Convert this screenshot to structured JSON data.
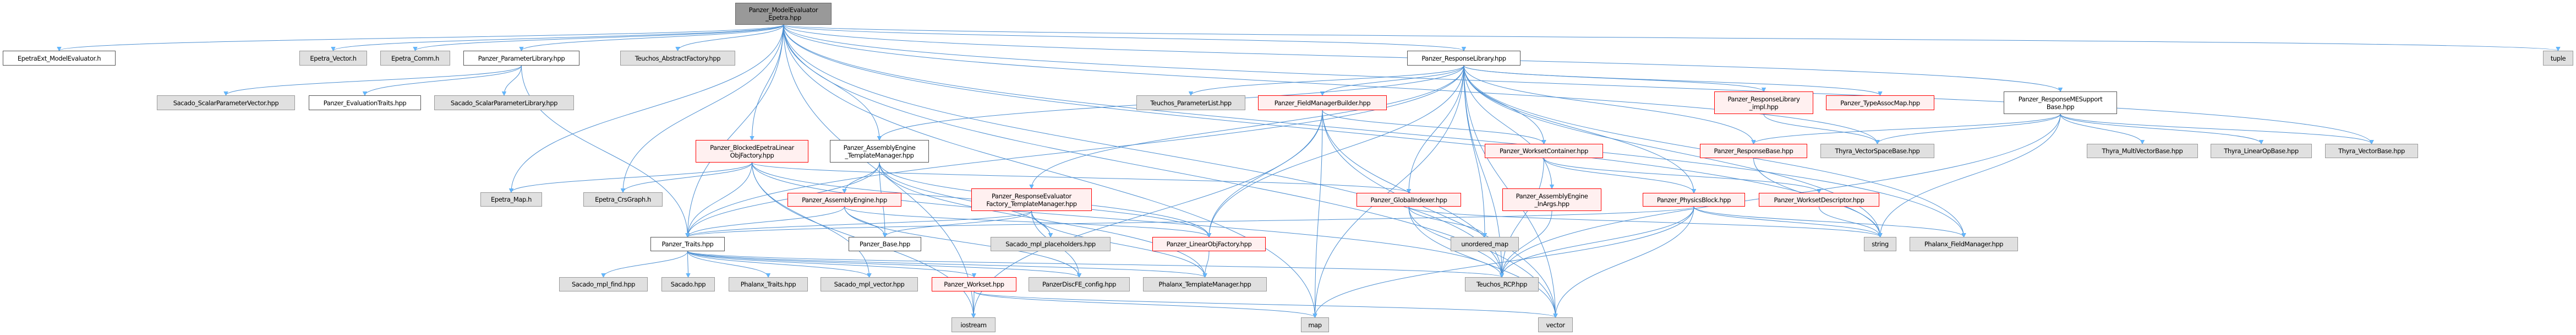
{
  "graph": {
    "title": "Panzer_ModelEvaluator_Epetra.hpp include dependency graph",
    "colors": {
      "edge": "#4d8fd1",
      "arrow": "#63b8ff",
      "root_fill": "#999999",
      "red_border": "#ff0000",
      "red_fill": "#fff0f0",
      "gray_fill": "#e0e0e0"
    },
    "nodes": [
      {
        "id": "me",
        "label": "Panzer_ModelEvaluator\n_Epetra.hpp",
        "kind": "root"
      },
      {
        "id": "epetraext",
        "label": "EpetraExt_ModelEvaluator.h",
        "kind": "white"
      },
      {
        "id": "evec",
        "label": "Epetra_Vector.h",
        "kind": "gray"
      },
      {
        "id": "ecomm",
        "label": "Epetra_Comm.h",
        "kind": "gray"
      },
      {
        "id": "paramlib",
        "label": "Panzer_ParameterLibrary.hpp",
        "kind": "white"
      },
      {
        "id": "absfactory",
        "label": "Teuchos_AbstractFactory.hpp",
        "kind": "gray"
      },
      {
        "id": "resplib",
        "label": "Panzer_ResponseLibrary.hpp",
        "kind": "white"
      },
      {
        "id": "tuple",
        "label": "tuple",
        "kind": "gray"
      },
      {
        "id": "sspv",
        "label": "Sacado_ScalarParameterVector.hpp",
        "kind": "gray"
      },
      {
        "id": "evaltraits",
        "label": "Panzer_EvaluationTraits.hpp",
        "kind": "white"
      },
      {
        "id": "sspl",
        "label": "Sacado_ScalarParameterLibrary.hpp",
        "kind": "gray"
      },
      {
        "id": "plist",
        "label": "Teuchos_ParameterList.hpp",
        "kind": "gray"
      },
      {
        "id": "fmb",
        "label": "Panzer_FieldManagerBuilder.hpp",
        "kind": "red"
      },
      {
        "id": "rlimpl",
        "label": "Panzer_ResponseLibrary\n_impl.hpp",
        "kind": "red"
      },
      {
        "id": "typeassoc",
        "label": "Panzer_TypeAssocMap.hpp",
        "kind": "red"
      },
      {
        "id": "mesupport",
        "label": "Panzer_ResponseMESupport\nBase.hpp",
        "kind": "white"
      },
      {
        "id": "blocked",
        "label": "Panzer_BlockedEpetraLinear\nObjFactory.hpp",
        "kind": "red"
      },
      {
        "id": "aetm",
        "label": "Panzer_AssemblyEngine\n_TemplateManager.hpp",
        "kind": "white"
      },
      {
        "id": "wsc",
        "label": "Panzer_WorksetContainer.hpp",
        "kind": "red"
      },
      {
        "id": "respbase",
        "label": "Panzer_ResponseBase.hpp",
        "kind": "red"
      },
      {
        "id": "thyravsb",
        "label": "Thyra_VectorSpaceBase.hpp",
        "kind": "gray"
      },
      {
        "id": "thyramvb",
        "label": "Thyra_MultiVectorBase.hpp",
        "kind": "gray"
      },
      {
        "id": "thyralob",
        "label": "Thyra_LinearOpBase.hpp",
        "kind": "gray"
      },
      {
        "id": "thyravb",
        "label": "Thyra_VectorBase.hpp",
        "kind": "gray"
      },
      {
        "id": "emap",
        "label": "Epetra_Map.h",
        "kind": "gray"
      },
      {
        "id": "ecrs",
        "label": "Epetra_CrsGraph.h",
        "kind": "gray"
      },
      {
        "id": "ae",
        "label": "Panzer_AssemblyEngine.hpp",
        "kind": "red"
      },
      {
        "id": "retm",
        "label": "Panzer_ResponseEvaluator\nFactory_TemplateManager.hpp",
        "kind": "red"
      },
      {
        "id": "gi",
        "label": "Panzer_GlobalIndexer.hpp",
        "kind": "red"
      },
      {
        "id": "aeinargs",
        "label": "Panzer_AssemblyEngine\n_InArgs.hpp",
        "kind": "red"
      },
      {
        "id": "pb",
        "label": "Panzer_PhysicsBlock.hpp",
        "kind": "red"
      },
      {
        "id": "wsd",
        "label": "Panzer_WorksetDescriptor.hpp",
        "kind": "red"
      },
      {
        "id": "traits",
        "label": "Panzer_Traits.hpp",
        "kind": "white"
      },
      {
        "id": "base",
        "label": "Panzer_Base.hpp",
        "kind": "white"
      },
      {
        "id": "placeholders",
        "label": "Sacado_mpl_placeholders.hpp",
        "kind": "gray"
      },
      {
        "id": "lof",
        "label": "Panzer_LinearObjFactory.hpp",
        "kind": "red"
      },
      {
        "id": "umap",
        "label": "unordered_map",
        "kind": "gray"
      },
      {
        "id": "string",
        "label": "string",
        "kind": "gray"
      },
      {
        "id": "pfm",
        "label": "Phalanx_FieldManager.hpp",
        "kind": "gray"
      },
      {
        "id": "mplfind",
        "label": "Sacado_mpl_find.hpp",
        "kind": "gray"
      },
      {
        "id": "sacado",
        "label": "Sacado.hpp",
        "kind": "gray"
      },
      {
        "id": "phxtraits",
        "label": "Phalanx_Traits.hpp",
        "kind": "gray"
      },
      {
        "id": "mplvector",
        "label": "Sacado_mpl_vector.hpp",
        "kind": "gray"
      },
      {
        "id": "workset",
        "label": "Panzer_Workset.hpp",
        "kind": "red"
      },
      {
        "id": "discfe",
        "label": "PanzerDiscFE_config.hpp",
        "kind": "gray"
      },
      {
        "id": "phxtm",
        "label": "Phalanx_TemplateManager.hpp",
        "kind": "gray"
      },
      {
        "id": "rcp",
        "label": "Teuchos_RCP.hpp",
        "kind": "gray"
      },
      {
        "id": "iostream",
        "label": "iostream",
        "kind": "gray"
      },
      {
        "id": "map",
        "label": "map",
        "kind": "gray"
      },
      {
        "id": "vector",
        "label": "vector",
        "kind": "gray"
      }
    ],
    "edges": [
      [
        "me",
        "epetraext"
      ],
      [
        "me",
        "evec"
      ],
      [
        "me",
        "ecomm"
      ],
      [
        "me",
        "paramlib"
      ],
      [
        "me",
        "absfactory"
      ],
      [
        "me",
        "emap"
      ],
      [
        "me",
        "ecrs"
      ],
      [
        "me",
        "traits"
      ],
      [
        "me",
        "blocked"
      ],
      [
        "me",
        "aetm"
      ],
      [
        "me",
        "resplib"
      ],
      [
        "me",
        "mesupport"
      ],
      [
        "me",
        "thyravb"
      ],
      [
        "me",
        "thyravsb"
      ],
      [
        "me",
        "tuple"
      ],
      [
        "me",
        "rcp"
      ],
      [
        "me",
        "vector"
      ],
      [
        "me",
        "pfm"
      ],
      [
        "me",
        "string"
      ],
      [
        "me",
        "map"
      ],
      [
        "me",
        "iostream"
      ],
      [
        "paramlib",
        "sspv"
      ],
      [
        "paramlib",
        "evaltraits"
      ],
      [
        "paramlib",
        "sspl"
      ],
      [
        "paramlib",
        "traits"
      ],
      [
        "blocked",
        "emap"
      ],
      [
        "blocked",
        "ecrs"
      ],
      [
        "blocked",
        "traits"
      ],
      [
        "blocked",
        "gi"
      ],
      [
        "blocked",
        "lof"
      ],
      [
        "blocked",
        "rcp"
      ],
      [
        "blocked",
        "mplvector"
      ],
      [
        "blocked",
        "iostream"
      ],
      [
        "aetm",
        "traits"
      ],
      [
        "aetm",
        "ae"
      ],
      [
        "aetm",
        "base"
      ],
      [
        "aetm",
        "placeholders"
      ],
      [
        "aetm",
        "lof"
      ],
      [
        "aetm",
        "phxtm"
      ],
      [
        "ae",
        "traits"
      ],
      [
        "ae",
        "base"
      ],
      [
        "ae",
        "lof"
      ],
      [
        "ae",
        "discfe"
      ],
      [
        "retm",
        "traits"
      ],
      [
        "retm",
        "base"
      ],
      [
        "retm",
        "placeholders"
      ],
      [
        "retm",
        "phxtm"
      ],
      [
        "retm",
        "discfe"
      ],
      [
        "traits",
        "mplfind"
      ],
      [
        "traits",
        "sacado"
      ],
      [
        "traits",
        "phxtraits"
      ],
      [
        "traits",
        "mplvector"
      ],
      [
        "traits",
        "workset"
      ],
      [
        "traits",
        "discfe"
      ],
      [
        "traits",
        "phxtm"
      ],
      [
        "traits",
        "rcp"
      ],
      [
        "workset",
        "iostream"
      ],
      [
        "workset",
        "map"
      ],
      [
        "workset",
        "vector"
      ],
      [
        "lof",
        "phxtm"
      ],
      [
        "resplib",
        "plist"
      ],
      [
        "resplib",
        "fmb"
      ],
      [
        "resplib",
        "aetm"
      ],
      [
        "resplib",
        "retm"
      ],
      [
        "resplib",
        "gi"
      ],
      [
        "resplib",
        "umap"
      ],
      [
        "resplib",
        "aeinargs"
      ],
      [
        "resplib",
        "wsc"
      ],
      [
        "resplib",
        "pb"
      ],
      [
        "resplib",
        "rlimpl"
      ],
      [
        "resplib",
        "typeassoc"
      ],
      [
        "resplib",
        "respbase"
      ],
      [
        "resplib",
        "string"
      ],
      [
        "resplib",
        "pfm"
      ],
      [
        "resplib",
        "rcp"
      ],
      [
        "resplib",
        "vector"
      ],
      [
        "resplib",
        "map"
      ],
      [
        "resplib",
        "lof"
      ],
      [
        "resplib",
        "traits"
      ],
      [
        "fmb",
        "wsc"
      ],
      [
        "fmb",
        "lof"
      ],
      [
        "fmb",
        "map"
      ],
      [
        "fmb",
        "vector"
      ],
      [
        "fmb",
        "iostream"
      ],
      [
        "fmb",
        "rcp"
      ],
      [
        "wsc",
        "pb"
      ],
      [
        "wsc",
        "wsd"
      ],
      [
        "wsc",
        "rcp"
      ],
      [
        "rlimpl",
        "thyravsb"
      ],
      [
        "respbase",
        "string"
      ],
      [
        "gi",
        "umap"
      ],
      [
        "gi",
        "rcp"
      ],
      [
        "gi",
        "vector"
      ],
      [
        "gi",
        "string"
      ],
      [
        "aeinargs",
        "rcp"
      ],
      [
        "pb",
        "traits"
      ],
      [
        "pb",
        "string"
      ],
      [
        "pb",
        "rcp"
      ],
      [
        "pb",
        "vector"
      ],
      [
        "pb",
        "map"
      ],
      [
        "pb",
        "pfm"
      ],
      [
        "wsd",
        "string"
      ],
      [
        "mesupport",
        "thyramvb"
      ],
      [
        "mesupport",
        "thyralob"
      ],
      [
        "mesupport",
        "thyravb"
      ],
      [
        "mesupport",
        "respbase"
      ],
      [
        "mesupport",
        "thyravsb"
      ],
      [
        "mesupport",
        "rcp"
      ],
      [
        "mesupport",
        "string"
      ]
    ]
  }
}
